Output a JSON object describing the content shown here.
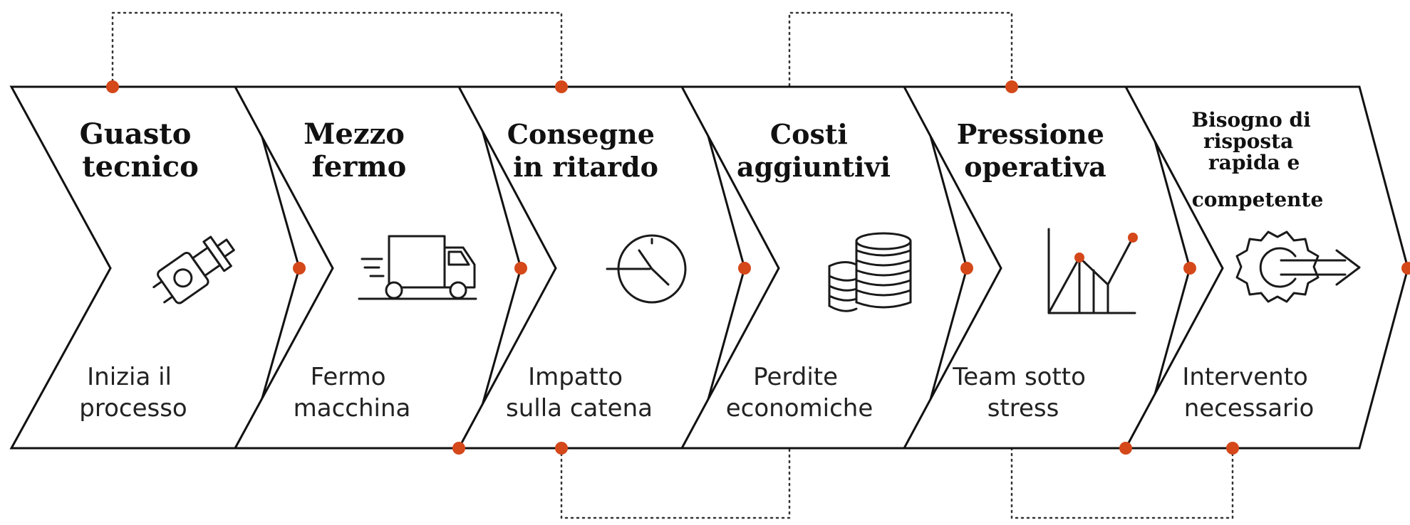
{
  "colors": {
    "accent": "#d4481a",
    "stroke": "#111111",
    "background": "#ffffff"
  },
  "steps": [
    {
      "title_lines": [
        "Guasto",
        "tecnico"
      ],
      "desc_lines": [
        "Inizia il",
        "processo"
      ],
      "icon": "engine-part-icon"
    },
    {
      "title_lines": [
        "Mezzo",
        "fermo"
      ],
      "desc_lines": [
        "Fermo",
        "macchina"
      ],
      "icon": "truck-icon"
    },
    {
      "title_lines": [
        "Consegne",
        "in ritardo"
      ],
      "desc_lines": [
        "Impatto",
        "sulla catena"
      ],
      "icon": "clock-icon"
    },
    {
      "title_lines": [
        "Costi",
        "aggiuntivi"
      ],
      "desc_lines": [
        "Perdite",
        "economiche"
      ],
      "icon": "coins-icon"
    },
    {
      "title_lines": [
        "Pressione",
        "operativa"
      ],
      "desc_lines": [
        "Team sotto",
        "stress"
      ],
      "icon": "chart-icon"
    },
    {
      "title_lines": [
        "Bisogno di",
        "risposta",
        "rapida e",
        "competente"
      ],
      "desc_lines": [
        "Intervento",
        "necessario"
      ],
      "icon": "gear-arrow-icon"
    }
  ]
}
